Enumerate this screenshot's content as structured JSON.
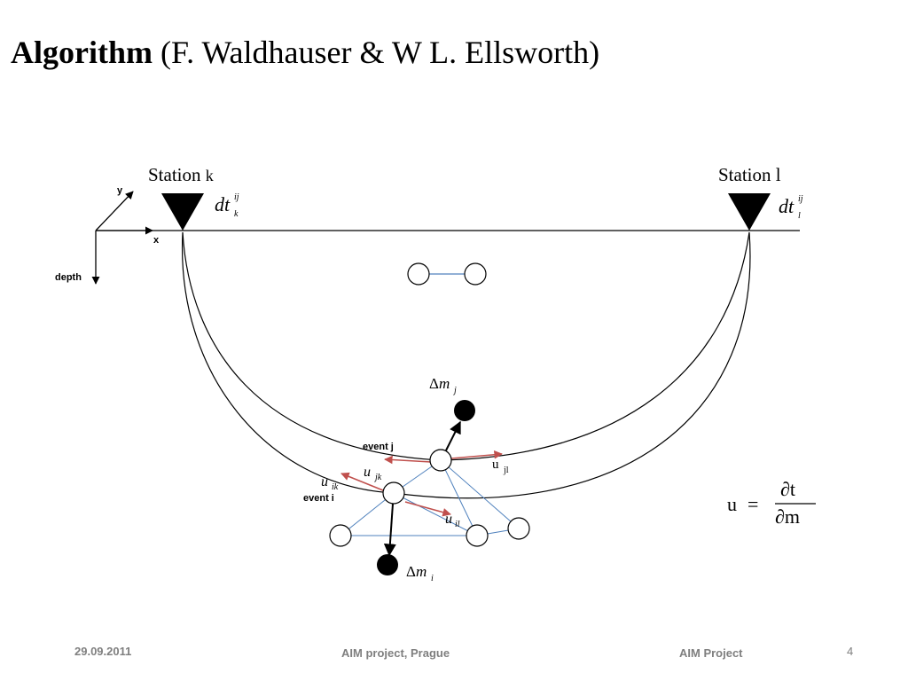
{
  "slide": {
    "title_bold": "Algorithm",
    "title_rest": "(F. Waldhauser & W L. Ellsworth)"
  },
  "diagram": {
    "station_k": {
      "label": "Station",
      "suffix": "k",
      "dt": "dt",
      "sup": "ij",
      "sub": "k"
    },
    "station_l": {
      "label": "Station",
      "suffix": "l",
      "dt": "dt",
      "sup": "ij",
      "sub": "l"
    },
    "axes": {
      "x": "x",
      "y": "y",
      "depth": "depth"
    },
    "event_j": "event j",
    "event_i": "event i",
    "u_jk": {
      "base": "u",
      "sub": "jk"
    },
    "u_jl": {
      "base": "u",
      "sub": "jl"
    },
    "u_ik": {
      "base": "u",
      "sub": "ik"
    },
    "u_il": {
      "base": "u",
      "sub": "il"
    },
    "dm_j": {
      "delta": "Δ",
      "m": "m",
      "sub": "j"
    },
    "dm_i": {
      "delta": "Δ",
      "m": "m",
      "sub": "i"
    },
    "formula": {
      "lhs": "u",
      "eq": "=",
      "num": "∂t",
      "den": "∂m"
    },
    "colors": {
      "arrow": "#c0504d",
      "network": "#4f81bd"
    }
  },
  "footer": {
    "date": "29.09.2011",
    "center": "AIM project, Prague",
    "right": "AIM  Project",
    "page": "4"
  }
}
